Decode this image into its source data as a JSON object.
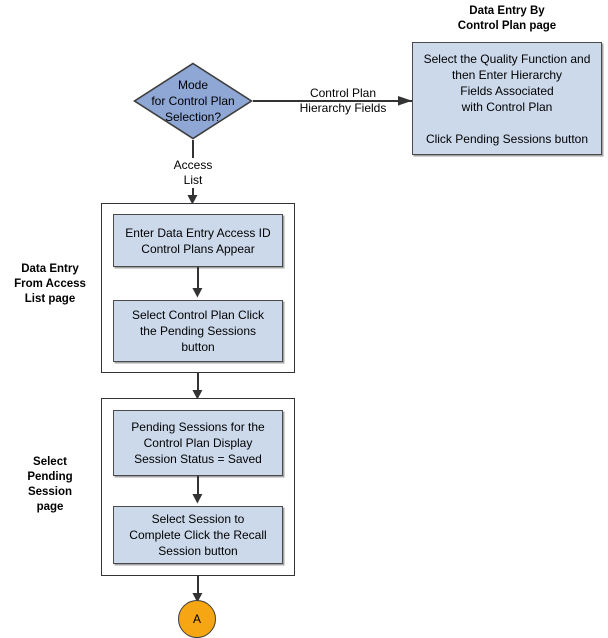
{
  "diagram": {
    "type": "flowchart",
    "title_text": "Data Entry By Control Plan page"
  },
  "decision": {
    "label": "Mode\nfor Control Plan\nSelection?",
    "fill": "#8fa7d4"
  },
  "edges": {
    "right_branch_label": "Control Plan\nHierarchy Fields",
    "down_branch_label": "Access\nList"
  },
  "right_page": {
    "title": "Data Entry By\nControl Plan page",
    "box_text": "Select the Quality Function and\nthen Enter Hierarchy\nFields Associated\nwith Control Plan\n\nClick Pending Sessions button"
  },
  "section_one": {
    "side_label": "Data Entry\nFrom Access\nList page",
    "steps": [
      {
        "text": "Enter Data Entry Access ID\nControl Plans Appear"
      },
      {
        "text": "Select Control Plan Click\nthe Pending Sessions\nbutton"
      }
    ]
  },
  "section_two": {
    "side_label": "Select\nPending\nSession\npage",
    "steps": [
      {
        "text": "Pending Sessions  for the\nControl Plan Display\nSession Status = Saved"
      },
      {
        "text": "Select Session to\nComplete Click the Recall\nSession button"
      }
    ]
  },
  "connector": {
    "label": "A",
    "fill": "#f5a612"
  },
  "colors": {
    "process_fill": "#ccd9eb",
    "decision_fill": "#8fa7d4",
    "connector_fill": "#f5a612",
    "line": "#333333",
    "text": "#000000"
  }
}
